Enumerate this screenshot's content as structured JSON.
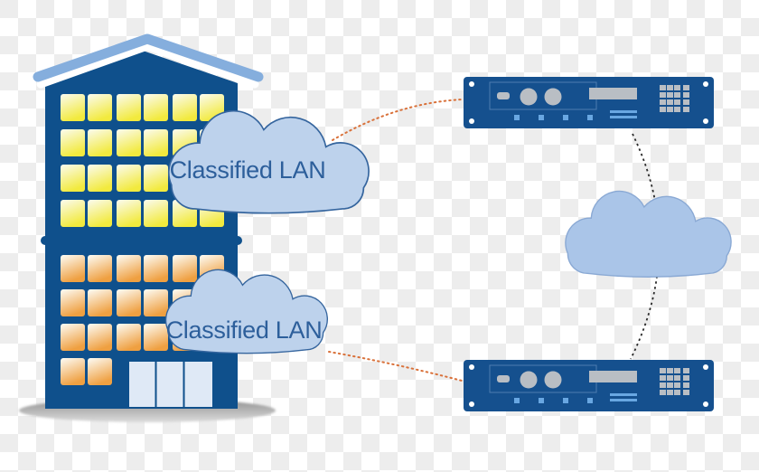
{
  "diagram": {
    "type": "network-topology",
    "description": "Two classified LAN sites in an office building connected through rack-mount network encryptors across an untrusted WAN cloud",
    "labels": {
      "cloud_top": "Classified LAN",
      "cloud_bottom": "Classified LAN"
    },
    "nodes": [
      {
        "id": "office-building",
        "kind": "building",
        "label": ""
      },
      {
        "id": "classified-lan-cloud-top",
        "kind": "cloud",
        "label": "Classified LAN"
      },
      {
        "id": "classified-lan-cloud-bottom",
        "kind": "cloud",
        "label": "Classified LAN"
      },
      {
        "id": "encryptor-top",
        "kind": "rack-device",
        "label": ""
      },
      {
        "id": "encryptor-bottom",
        "kind": "rack-device",
        "label": ""
      },
      {
        "id": "wan-cloud",
        "kind": "cloud",
        "label": ""
      }
    ],
    "connections": [
      {
        "from": "classified-lan-cloud-top",
        "to": "encryptor-top",
        "style": "dotted-orange"
      },
      {
        "from": "classified-lan-cloud-bottom",
        "to": "encryptor-bottom",
        "style": "dotted-orange"
      },
      {
        "from": "encryptor-top",
        "to": "wan-cloud",
        "style": "dotted-black"
      },
      {
        "from": "wan-cloud",
        "to": "encryptor-bottom",
        "style": "dotted-black"
      }
    ]
  },
  "colors": {
    "bg_white": "#ffffff",
    "checker_gray": "#ededed",
    "building_blue": "#0f508c",
    "roof_blue": "#85aedd",
    "window_yellow": "#f2ea3e",
    "window_orange": "#efa041",
    "door_fill": "#dfe9f6",
    "cloud_fill": "#bdd2ec",
    "cloud_fill_mid": "#aac5e8",
    "cloud_stroke": "#35659e",
    "cloud_stroke_mid": "#8aa9d4",
    "label_blue": "#2d5f9b",
    "device_blue": "#15508e",
    "device_gray": "#b9bec4",
    "device_light_blue": "#69a7e2",
    "line_orange": "#d9713a",
    "line_black": "#2a2a2a",
    "shadow_gray": "#8e8e8e"
  }
}
